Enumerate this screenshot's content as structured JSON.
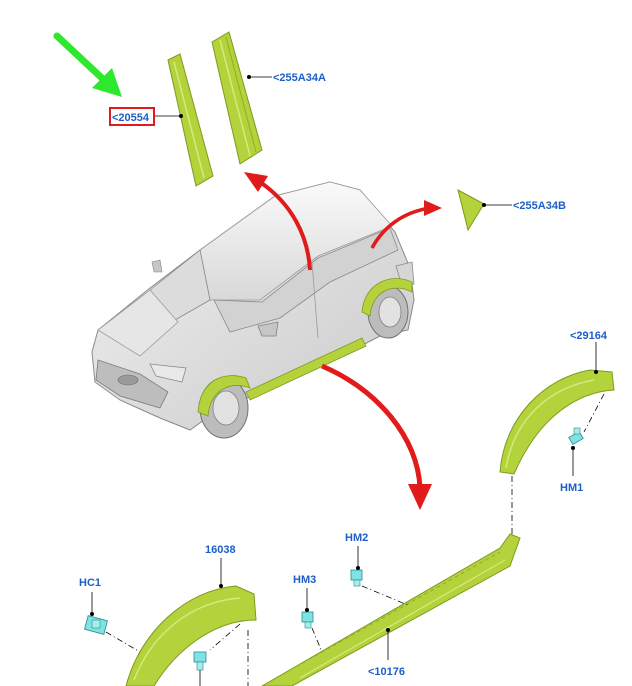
{
  "colors": {
    "part_green": "#b4d23c",
    "part_green_dark": "#7f9a1e",
    "label_blue": "#1d5fc7",
    "arrow_red": "#e11a1a",
    "pointer_green": "#2ee82e",
    "clip_cyan": "#7fe3e3",
    "highlight_box": "#e11a1a"
  },
  "icons": [
    "green-pointer-arrow",
    "red-direction-arrow",
    "clip-icon",
    "vehicle-illustration"
  ],
  "labels": {
    "part_20554": "<20554",
    "part_255A34A": "<255A34A",
    "part_255A34B": "<255A34B",
    "part_29164": "<29164",
    "part_HM1": "HM1",
    "part_HM2": "HM2",
    "part_HM3": "HM3",
    "part_HC1": "HC1",
    "part_16038": "16038",
    "part_10176": "<10176"
  },
  "highlighted_label": "part_20554"
}
